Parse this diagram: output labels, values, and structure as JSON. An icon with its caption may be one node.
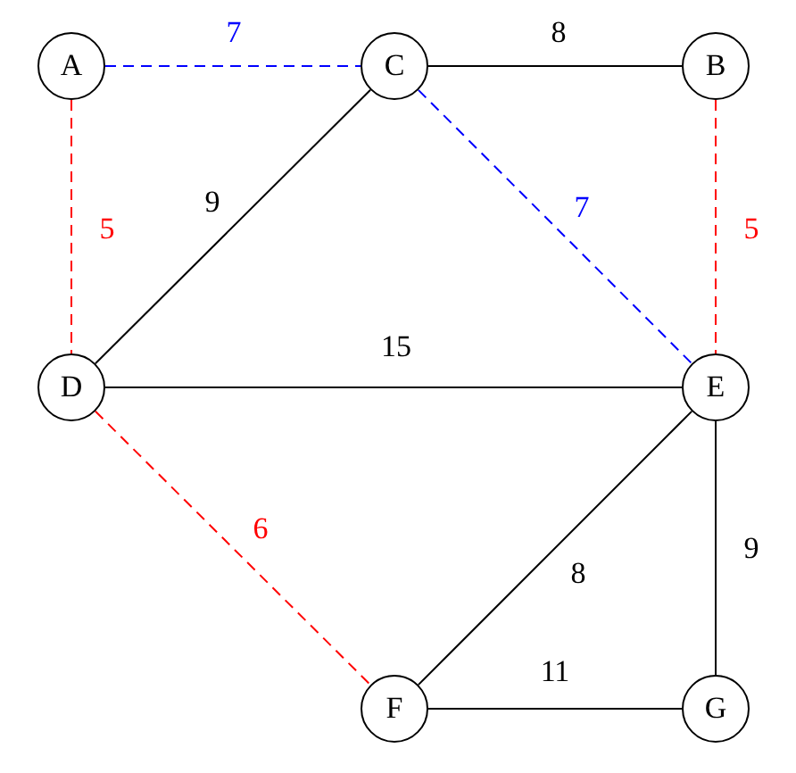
{
  "diagram": {
    "nodes": [
      {
        "text": [
          "A"
        ]
      },
      {
        "text": [
          "C"
        ]
      },
      {
        "text": [
          "B"
        ]
      },
      {
        "text": [
          "D"
        ]
      },
      {
        "text": [
          "E"
        ]
      },
      {
        "text": [
          "F"
        ]
      },
      {
        "text": [
          "G"
        ]
      }
    ],
    "edges": [
      {
        "from": 0,
        "to": 1,
        "arrow": "none",
        "label": "7",
        "style": "dashed",
        "color": "#0000ff"
      },
      {
        "from": 1,
        "to": 2,
        "arrow": "none",
        "label": "8"
      },
      {
        "from": 0,
        "to": 3,
        "arrow": "none",
        "label": "5",
        "style": "dashed",
        "color": "#ff0000"
      },
      {
        "from": 1,
        "to": 3,
        "arrow": "none",
        "label": "9"
      },
      {
        "from": 1,
        "to": 4,
        "arrow": "none",
        "label": "7",
        "style": "dashed",
        "color": "#0000ff"
      },
      {
        "from": 2,
        "to": 4,
        "arrow": "none",
        "label": "5",
        "style": "dashed",
        "color": "#ff0000"
      },
      {
        "from": 3,
        "to": 4,
        "arrow": "none",
        "label": "15"
      },
      {
        "from": 3,
        "to": 5,
        "arrow": "none",
        "label": "6",
        "style": "dashed",
        "color": "#ff0000"
      },
      {
        "from": 4,
        "to": 5,
        "arrow": "none",
        "label": "8"
      },
      {
        "from": 4,
        "to": 6,
        "arrow": "none",
        "label": "9"
      },
      {
        "from": 5,
        "to": 6,
        "arrow": "none",
        "label": "11"
      }
    ]
  }
}
